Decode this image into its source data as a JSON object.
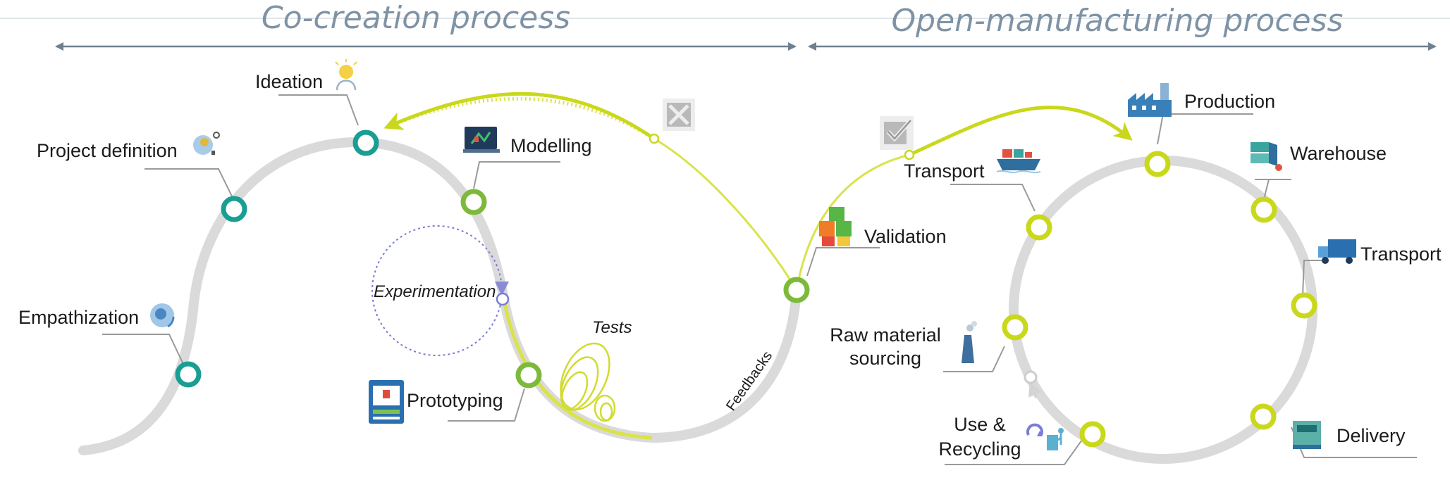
{
  "headers": {
    "co_creation": "Co-creation process",
    "open_manufacturing": "Open-manufacturing process"
  },
  "colors": {
    "teal": "#1a9e93",
    "green": "#7dba3b",
    "lime": "#c9d81b",
    "track": "#dadada",
    "header_text": "#7f93a5",
    "arrow": "#6e8090",
    "experimentation_circle": "#7a7cd6"
  },
  "stages": {
    "empathization": {
      "label": "Empathization",
      "icon": "head-gear-icon"
    },
    "project_definition": {
      "label": "Project definition",
      "icon": "brain-gear-icon"
    },
    "ideation": {
      "label": "Ideation",
      "icon": "lightbulb-head-icon"
    },
    "modelling": {
      "label": "Modelling",
      "icon": "laptop-model-icon"
    },
    "experimentation": {
      "label": "Experimentation"
    },
    "tests": {
      "label": "Tests"
    },
    "prototyping": {
      "label": "Prototyping",
      "icon": "3d-printer-icon"
    },
    "feedbacks": {
      "label": "Feedbacks"
    },
    "validation": {
      "label": "Validation",
      "icon": "stacked-cubes-icon"
    }
  },
  "manufacturing": {
    "transport_in": {
      "label": "Transport",
      "icon": "cargo-ship-icon"
    },
    "production": {
      "label": "Production",
      "icon": "factory-icon"
    },
    "warehouse": {
      "label": "Warehouse",
      "icon": "warehouse-shelves-icon"
    },
    "transport_out": {
      "label": "Transport",
      "icon": "truck-icon"
    },
    "raw_material_line1": "Raw material",
    "raw_material_line2": "sourcing",
    "raw_material_icon": "industrial-chimney-icon",
    "delivery": {
      "label": "Delivery",
      "icon": "delivery-machine-icon"
    },
    "use_recycling_line1": "Use &",
    "use_recycling_line2": "Recycling",
    "use_recycling_icon": "recycling-bin-icon"
  },
  "decision_icons": {
    "rejected": "rejected-box-icon",
    "approved": "approved-checkbox-icon"
  }
}
